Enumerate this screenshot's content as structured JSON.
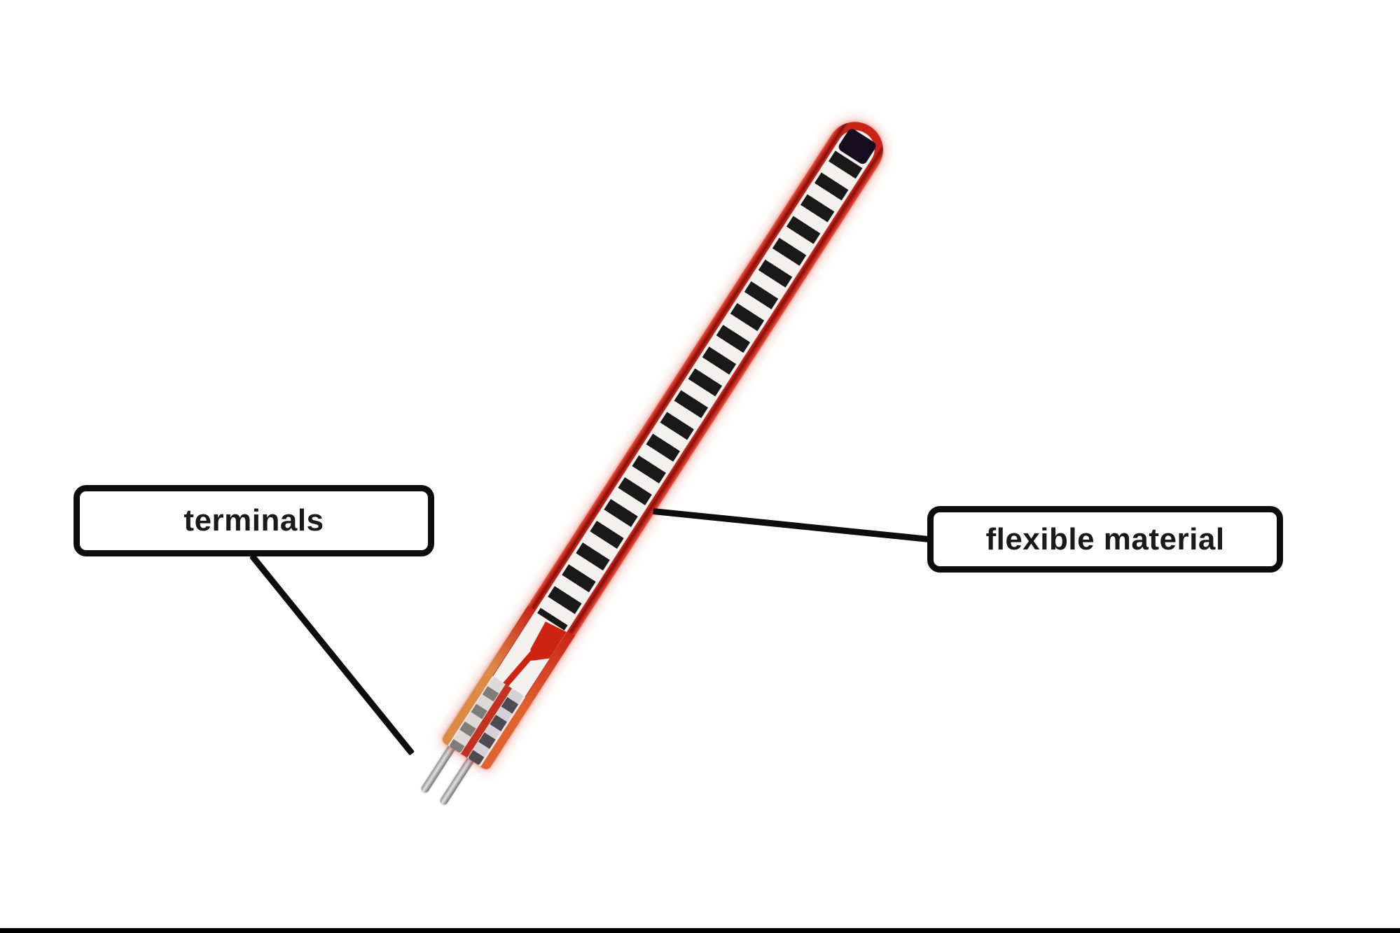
{
  "page": {
    "background": "#ffffff",
    "bottom_rule_color": "#000000"
  },
  "annotations": {
    "terminals": {
      "label": "terminals"
    },
    "flexible_material": {
      "label": "flexible material"
    }
  },
  "sensor": {
    "kind": "flex-sensor-strip",
    "stripe_count": 21,
    "pin_count": 2
  },
  "theme": {
    "red": "#c9241a",
    "red_light": "#e25948",
    "red_dark": "#7e120c",
    "orange_left": "#dd8a45",
    "orange_right": "#e0622f",
    "channel": "#f3f1ee",
    "stripe": "#191919",
    "tip": "#160d1e",
    "trace": "#cf2312",
    "pin": "#c9c9c9",
    "line": "#0d0d0d",
    "label_ink": "#1a1a1a",
    "page_bg": "#ffffff"
  }
}
